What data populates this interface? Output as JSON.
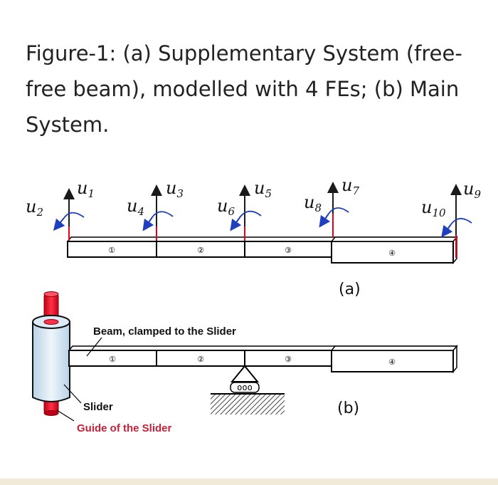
{
  "caption": {
    "line1": "Figure-1: (a) Supplementary System (free-",
    "line2": "free beam), modelled with 4 FEs; (b) Main",
    "line3": "System."
  },
  "part_a": {
    "label": "(a)",
    "dofs": [
      {
        "base": "u",
        "sub": "1"
      },
      {
        "base": "u",
        "sub": "2"
      },
      {
        "base": "u",
        "sub": "3"
      },
      {
        "base": "u",
        "sub": "4"
      },
      {
        "base": "u",
        "sub": "5"
      },
      {
        "base": "u",
        "sub": "6"
      },
      {
        "base": "u",
        "sub": "7"
      },
      {
        "base": "u",
        "sub": "8"
      },
      {
        "base": "u",
        "sub": "9"
      },
      {
        "base": "u",
        "sub": "10"
      }
    ],
    "elements": [
      "①",
      "②",
      "③",
      "④"
    ]
  },
  "part_b": {
    "label": "(b)",
    "beam_label": "Beam, clamped to the Slider",
    "slider_label": "Slider",
    "guide_label": "Guide of the Slider",
    "elements": [
      "①",
      "②",
      "③",
      "④"
    ],
    "support_symbol": "ooo"
  },
  "colors": {
    "arrow": "#1a1a1a",
    "rotation": "#1f3fbf",
    "guide_red": "#e8001c",
    "guide_label": "#c8203a",
    "slider_blue": "#d6e6f2"
  }
}
